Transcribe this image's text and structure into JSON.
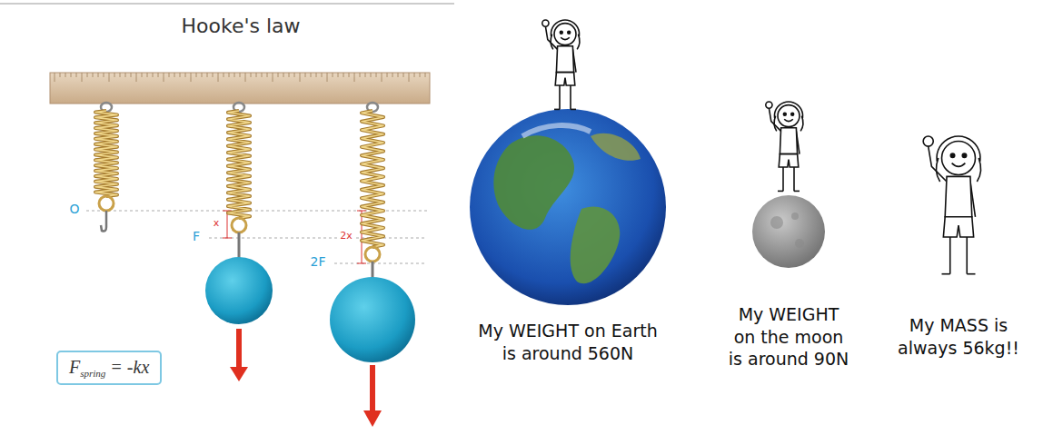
{
  "diagram": {
    "title": "Hooke's law",
    "nodes": [
      {
        "text": [
          "F",
          "spring",
          "= -kx"
        ]
      }
    ],
    "labels": [
      "O",
      "x",
      "F",
      "2x",
      "2F",
      "My WEIGHT on Earth is around 560N",
      "My WEIGHT on the moon is around 90N",
      "My MASS is always 56kg!!"
    ]
  }
}
